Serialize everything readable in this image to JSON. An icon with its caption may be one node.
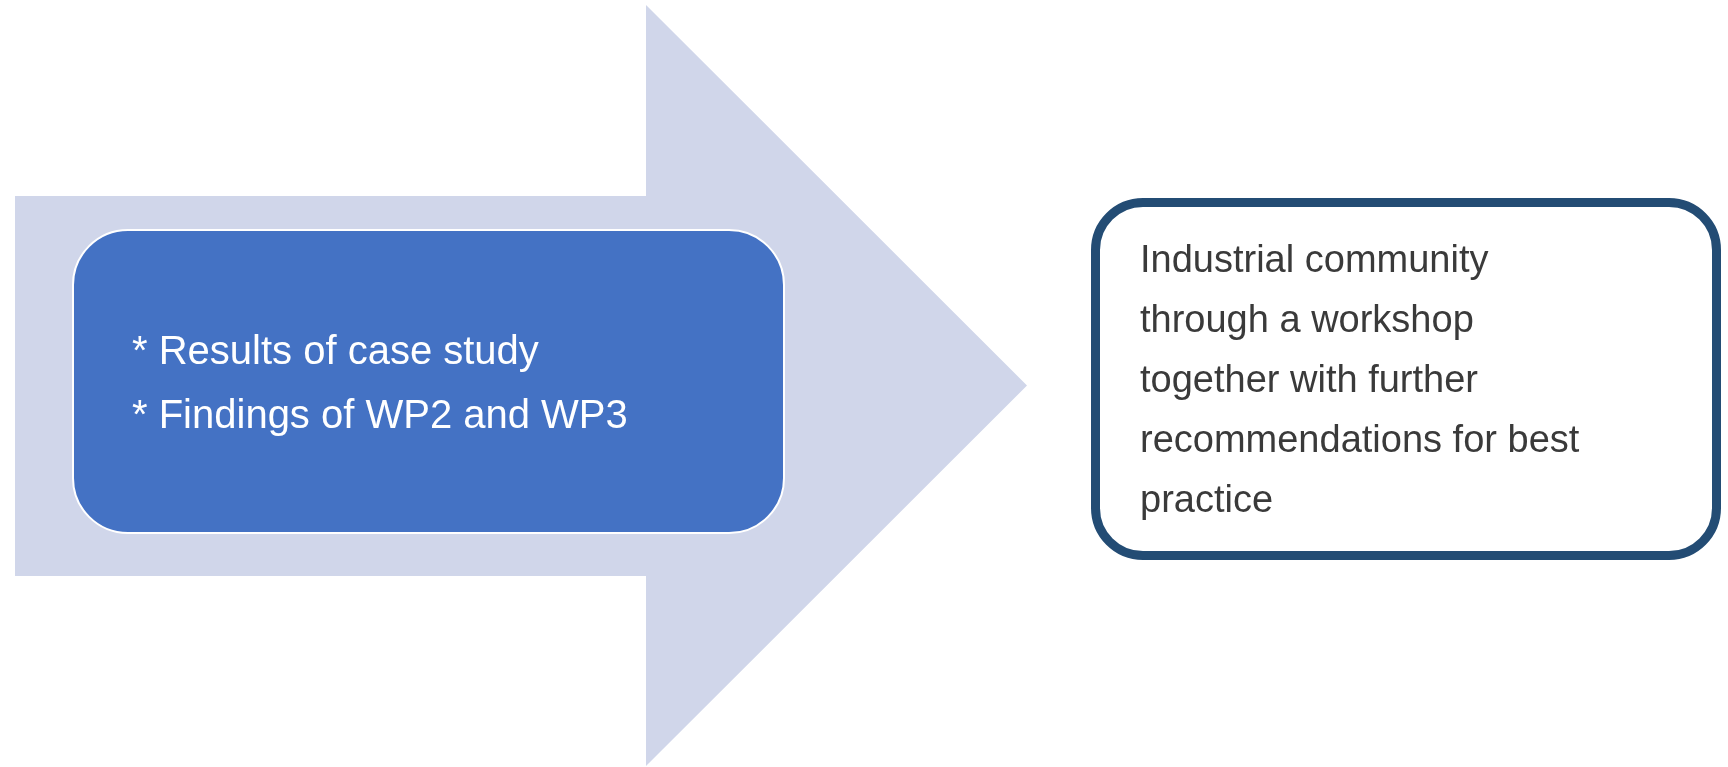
{
  "diagram": {
    "nodes": [
      {
        "text": [],
        "shape": "arrow"
      },
      {
        "text": [
          "* Results of case study",
          "* Findings of WP2 and WP3"
        ],
        "in": 0
      },
      {
        "text": [
          "Industrial community through a workshop together with further recommendations for best practice"
        ]
      }
    ]
  }
}
